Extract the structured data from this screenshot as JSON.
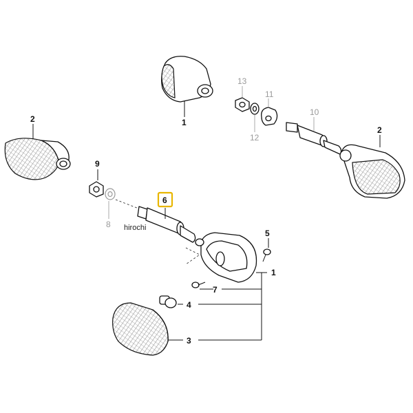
{
  "diagram": {
    "watermark": "hirochi",
    "highlight_color": "#e8b600",
    "callouts": [
      {
        "id": "c1a",
        "label": "1"
      },
      {
        "id": "c2a",
        "label": "2"
      },
      {
        "id": "c2b",
        "label": "2"
      },
      {
        "id": "c13",
        "label": "13"
      },
      {
        "id": "c11",
        "label": "11"
      },
      {
        "id": "c12",
        "label": "12"
      },
      {
        "id": "c10",
        "label": "10"
      },
      {
        "id": "c9",
        "label": "9"
      },
      {
        "id": "c8",
        "label": "8"
      },
      {
        "id": "c6",
        "label": "6",
        "highlighted": true
      },
      {
        "id": "c5",
        "label": "5"
      },
      {
        "id": "c1b",
        "label": "1"
      },
      {
        "id": "c7",
        "label": "7"
      },
      {
        "id": "c4",
        "label": "4"
      },
      {
        "id": "c3",
        "label": "3"
      }
    ]
  }
}
